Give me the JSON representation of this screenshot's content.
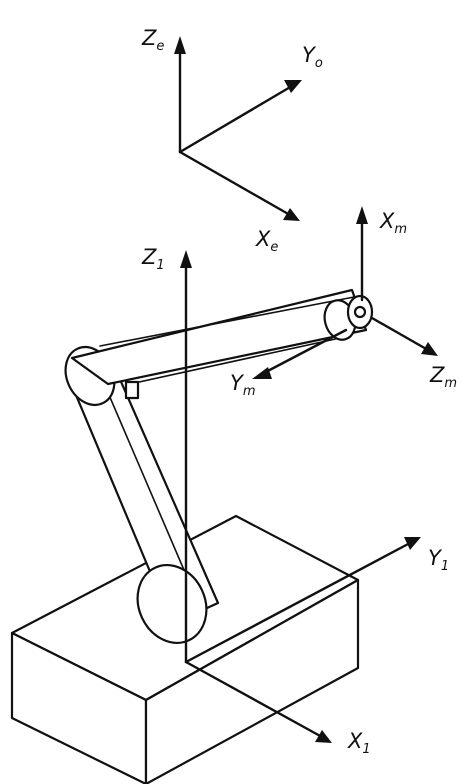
{
  "frames": {
    "world": {
      "z": {
        "base": "Z",
        "sub": "e"
      },
      "y": {
        "base": "Y",
        "sub": "o"
      },
      "x": {
        "base": "X",
        "sub": "e"
      }
    },
    "base": {
      "z": {
        "base": "Z",
        "sub": "1"
      },
      "y": {
        "base": "Y",
        "sub": "1"
      },
      "x": {
        "base": "X",
        "sub": "1"
      }
    },
    "tool": {
      "x": {
        "base": "X",
        "sub": "m"
      },
      "y": {
        "base": "Y",
        "sub": "m"
      },
      "z": {
        "base": "Z",
        "sub": "m"
      }
    }
  },
  "colors": {
    "ink": "#111111",
    "paper": "#ffffff"
  }
}
